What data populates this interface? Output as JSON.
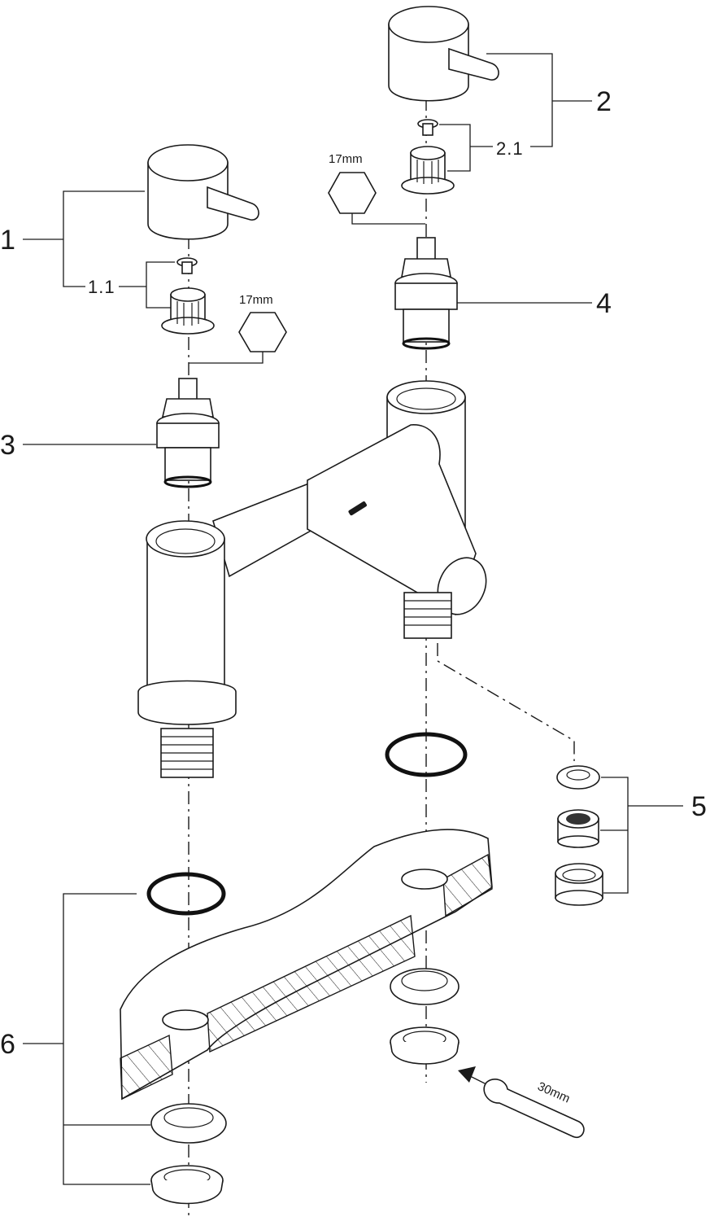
{
  "callouts": {
    "c1": "1",
    "c1_1": "1.1",
    "c2": "2",
    "c2_1": "2.1",
    "c3": "3",
    "c4": "4",
    "c5": "5",
    "c6": "6"
  },
  "wrench_sizes": {
    "hex_left": "17mm",
    "hex_right": "17mm",
    "spanner": "30mm"
  }
}
